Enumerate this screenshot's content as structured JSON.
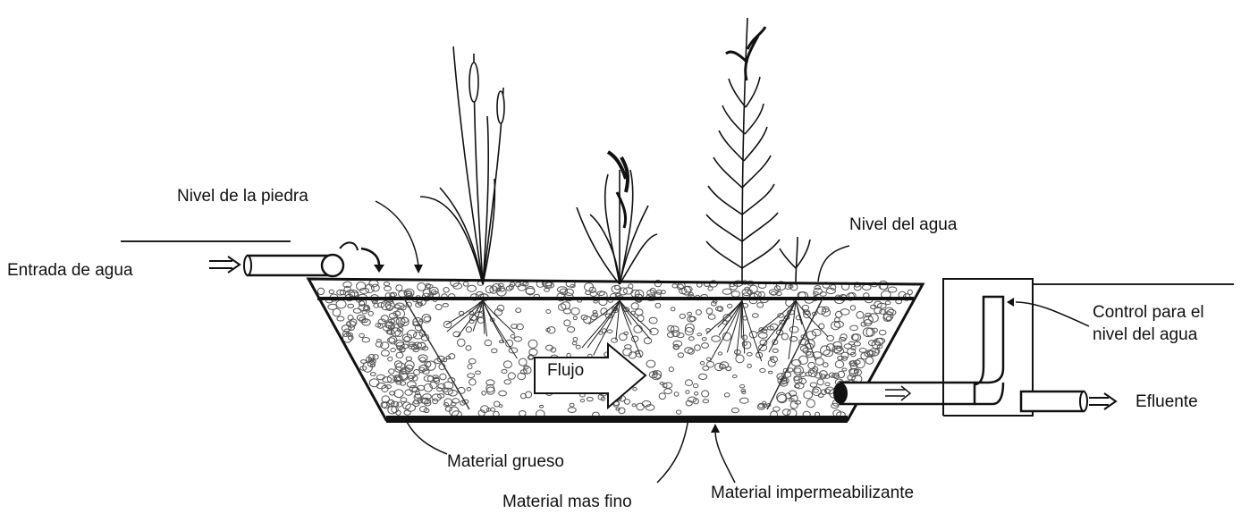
{
  "labels": {
    "stone_level": "Nivel de la piedra",
    "water_inlet": "Entrada de agua",
    "water_level": "Nivel del agua",
    "level_control": "Control para el nivel del agua",
    "effluent": "Efluente",
    "flow": "Flujo",
    "coarse_material": "Material grueso",
    "finer_material": "Material mas fino",
    "waterproofing_material": "Material impermeabilizante"
  },
  "colors": {
    "ink": "#111111",
    "background": "#ffffff",
    "gravel": "#555555"
  }
}
